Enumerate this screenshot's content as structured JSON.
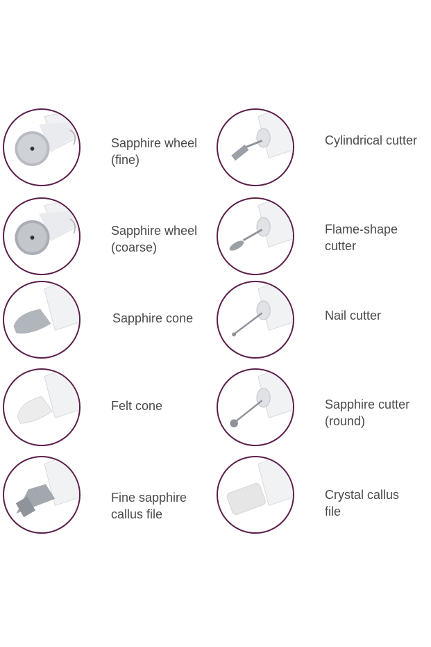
{
  "colors": {
    "ring": "#5b1f4a",
    "text": "#4a4a4a"
  },
  "items": [
    {
      "label": "Sapphire wheel\n(fine)",
      "icon": "sapphire-wheel-fine-icon"
    },
    {
      "label": "Cylindrical cutter",
      "icon": "cylindrical-cutter-icon"
    },
    {
      "label": "Sapphire wheel\n(coarse)",
      "icon": "sapphire-wheel-coarse-icon"
    },
    {
      "label": "Flame-shape\ncutter",
      "icon": "flame-shape-cutter-icon"
    },
    {
      "label": "Sapphire cone",
      "icon": "sapphire-cone-icon"
    },
    {
      "label": "Nail cutter",
      "icon": "nail-cutter-icon"
    },
    {
      "label": "Felt cone",
      "icon": "felt-cone-icon"
    },
    {
      "label": "Sapphire cutter\n(round)",
      "icon": "sapphire-cutter-round-icon"
    },
    {
      "label": "Fine sapphire\ncallus file",
      "icon": "fine-sapphire-callus-file-icon"
    },
    {
      "label": "Crystal callus\nfile",
      "icon": "crystal-callus-file-icon"
    }
  ]
}
